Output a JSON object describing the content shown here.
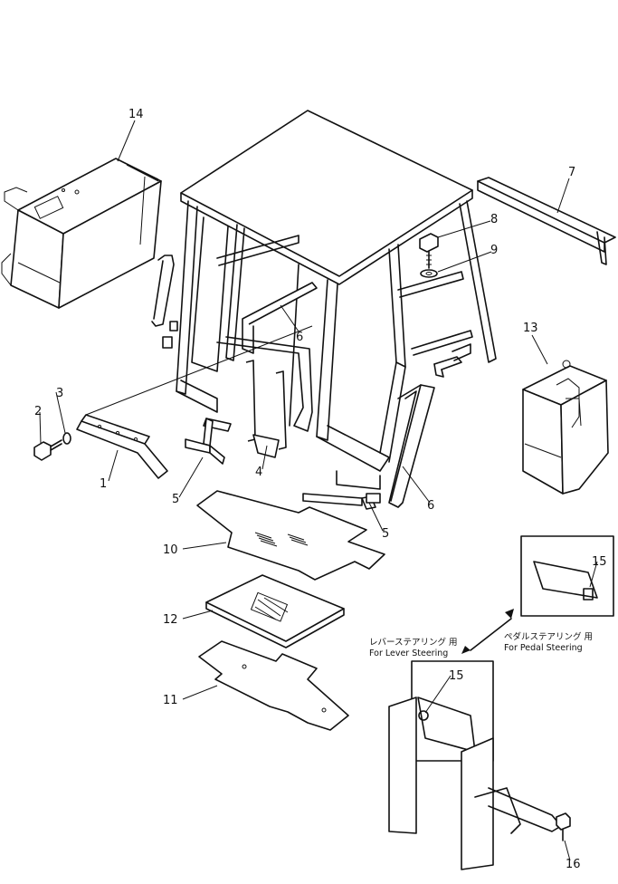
{
  "callouts": {
    "p1": "1",
    "p2": "2",
    "p3": "3",
    "p4": "4",
    "p5a": "5",
    "p5b": "5",
    "p6a": "6",
    "p6b": "6",
    "p7": "7",
    "p8": "8",
    "p9": "9",
    "p10": "10",
    "p11": "11",
    "p12": "12",
    "p13": "13",
    "p14": "14",
    "p15a": "15",
    "p15b": "15",
    "p16": "16"
  },
  "captions": {
    "lever_jp": "レバーステアリング 用",
    "lever_en": "For Lever Steering",
    "pedal_jp": "ペダルステアリング 用",
    "pedal_en": "For Pedal Steering"
  }
}
